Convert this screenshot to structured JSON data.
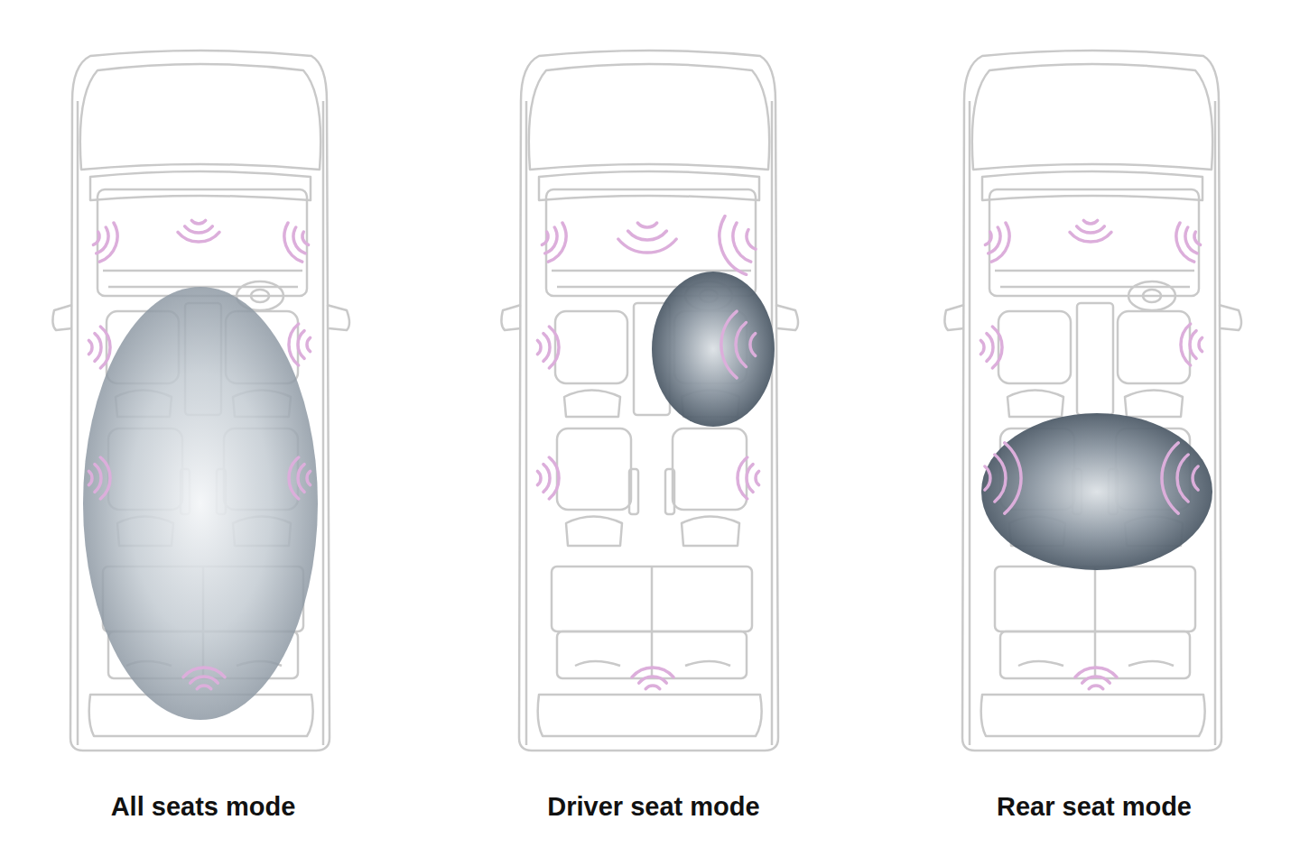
{
  "diagram": {
    "labels": [
      "All seats mode",
      "Driver seat mode",
      "Rear seat mode"
    ]
  }
}
